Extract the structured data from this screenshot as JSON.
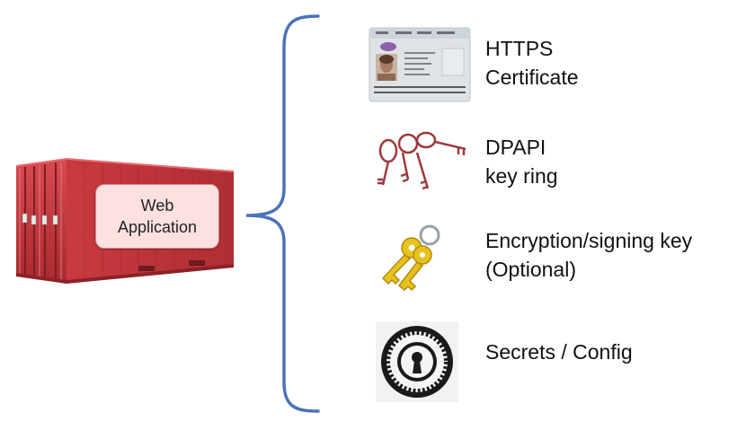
{
  "container": {
    "label_line1": "Web",
    "label_line2": "Application"
  },
  "items": [
    {
      "icon": "id-card-icon",
      "line1": "HTTPS",
      "line2": "Certificate"
    },
    {
      "icon": "key-ring-icon",
      "line1": "DPAPI",
      "line2": "key ring"
    },
    {
      "icon": "keys-icon",
      "line1": "Encryption/signing key",
      "line2": "(Optional)"
    },
    {
      "icon": "seal-lock-icon",
      "line1": "Secrets / Config",
      "line2": ""
    }
  ],
  "colors": {
    "container": "#c8363c",
    "brace": "#4a73b8",
    "label_bg": "#fde0e0",
    "key_ring": "#9e3a3a",
    "gold_key": "#e8c21c"
  }
}
